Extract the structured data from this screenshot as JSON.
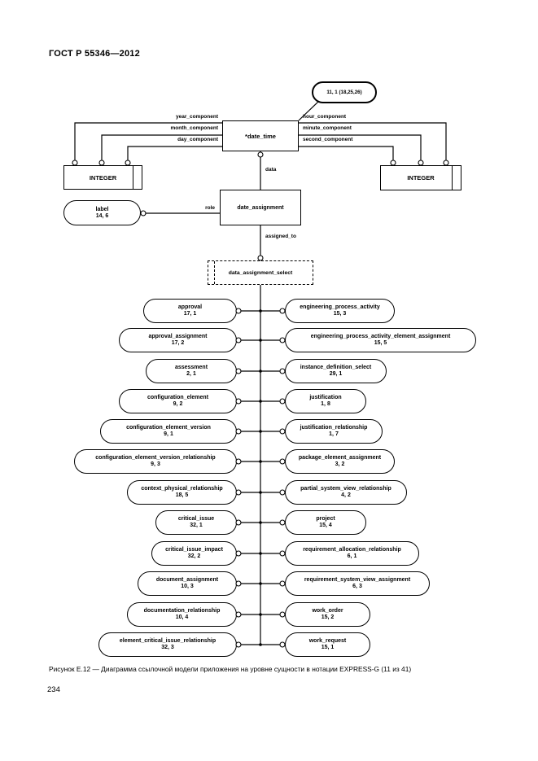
{
  "page": {
    "header": "ГОСТ Р 55346—2012",
    "caption": "Рисунок Е.12 — Диаграмма ссылочной модели приложения на уровне сущности в нотации EXPRESS-G (11 из 41)",
    "page_number": "234"
  },
  "diagram": {
    "page_ref": "11, 1 (18,25,26)",
    "date_time_label": "*date_time",
    "integer_left": "INTEGER",
    "integer_right": "INTEGER",
    "left_attrs": [
      "year_component",
      "month_component",
      "day_component"
    ],
    "right_attrs": [
      "hour_component",
      "minute_component",
      "second_component"
    ],
    "data_label": "data",
    "role_label": "role",
    "assigned_to_label": "assigned_to",
    "label_oval": {
      "name": "label",
      "ref": "14, 6"
    },
    "date_assignment_label": "date_assignment",
    "select_label": "data_assignment_select",
    "rows": [
      {
        "left": {
          "name": "approval",
          "ref": "17, 1"
        },
        "right": {
          "name": "engineering_process_activity",
          "ref": "15, 3"
        }
      },
      {
        "left": {
          "name": "approval_assignment",
          "ref": "17, 2"
        },
        "right": {
          "name": "engineering_process_activity_element_assignment",
          "ref": "15, 5"
        }
      },
      {
        "left": {
          "name": "assessment",
          "ref": "2, 1"
        },
        "right": {
          "name": "instance_definition_select",
          "ref": "29, 1"
        }
      },
      {
        "left": {
          "name": "configuration_element",
          "ref": "9, 2"
        },
        "right": {
          "name": "justification",
          "ref": "1, 8"
        }
      },
      {
        "left": {
          "name": "configuration_element_version",
          "ref": "9, 1"
        },
        "right": {
          "name": "justification_relationship",
          "ref": "1, 7"
        }
      },
      {
        "left": {
          "name": "configuration_element_version_relationship",
          "ref": "9, 3"
        },
        "right": {
          "name": "package_element_assignment",
          "ref": "3, 2"
        }
      },
      {
        "left": {
          "name": "context_physical_relationship",
          "ref": "18, 5"
        },
        "right": {
          "name": "partial_system_view_relationship",
          "ref": "4, 2"
        }
      },
      {
        "left": {
          "name": "critical_issue",
          "ref": "32, 1"
        },
        "right": {
          "name": "project",
          "ref": "15, 4"
        }
      },
      {
        "left": {
          "name": "critical_issue_impact",
          "ref": "32, 2"
        },
        "right": {
          "name": "requirement_allocation_relationship",
          "ref": "6, 1"
        }
      },
      {
        "left": {
          "name": "document_assignment",
          "ref": "10, 3"
        },
        "right": {
          "name": "requirement_system_view_assignment",
          "ref": "6, 3"
        }
      },
      {
        "left": {
          "name": "documentation_relationship",
          "ref": "10, 4"
        },
        "right": {
          "name": "work_order",
          "ref": "15, 2"
        }
      },
      {
        "left": {
          "name": "element_critical_issue_relationship",
          "ref": "32, 3"
        },
        "right": {
          "name": "work_request",
          "ref": "15, 1"
        }
      }
    ]
  }
}
